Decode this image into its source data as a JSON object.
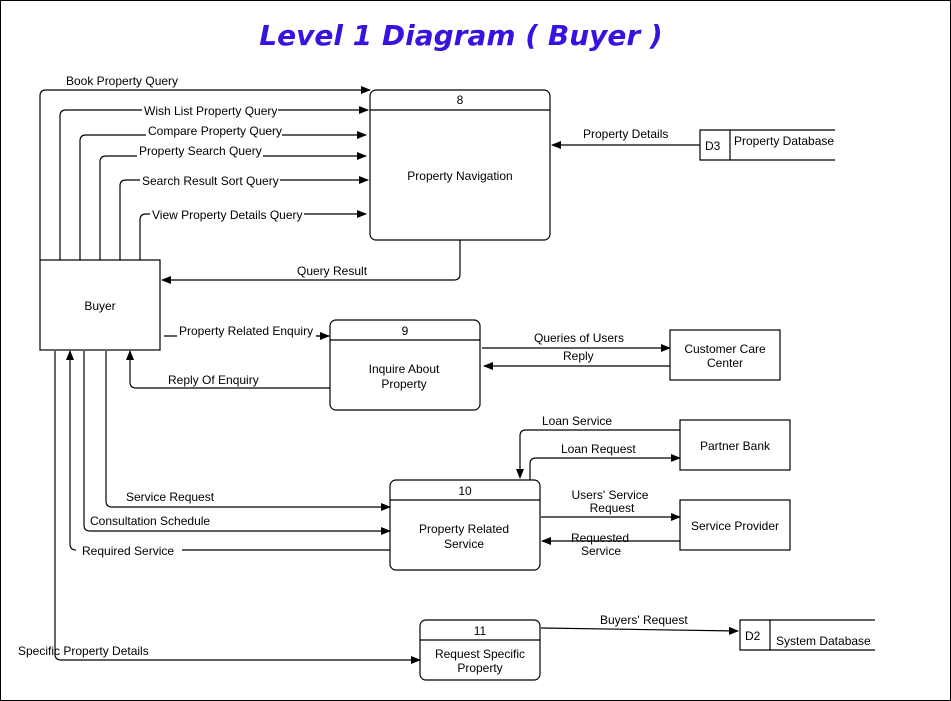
{
  "title": "Level 1 Diagram ( Buyer )",
  "colors": {
    "title": "#3a12e0",
    "line": "#000000"
  },
  "entities": {
    "buyer": "Buyer",
    "customer_care": [
      "Customer Care",
      "Center"
    ],
    "partner_bank": "Partner Bank",
    "service_provider": "Service Provider"
  },
  "processes": {
    "p8": {
      "id": "8",
      "name": "Property Navigation"
    },
    "p9": {
      "id": "9",
      "name": [
        "Inquire About",
        "Property"
      ]
    },
    "p10": {
      "id": "10",
      "name": [
        "Property Related",
        "Service"
      ]
    },
    "p11": {
      "id": "11",
      "name": [
        "Request Specific",
        "Property"
      ]
    }
  },
  "stores": {
    "d3": {
      "id": "D3",
      "name": "Property  Database"
    },
    "d2": {
      "id": "D2",
      "name": "System  Database"
    }
  },
  "flows": {
    "book": "Book Property Query",
    "wish": "Wish List Property Query",
    "compare": "Compare Property Query",
    "search": "Property Search Query",
    "sort": "Search Result Sort Query",
    "view": "View Property Details Query",
    "query_result": "Query Result",
    "property_details": "Property Details",
    "enquiry": "Property Related Enquiry",
    "reply_enquiry": "Reply Of Enquiry",
    "queries_users": "Queries of Users",
    "reply": "Reply",
    "loan_service": "Loan Service",
    "loan_request": "Loan Request",
    "users_service_request": [
      "Users' Service",
      "Request"
    ],
    "requested_service": [
      "Requested",
      "Service"
    ],
    "service_request": "Service Request",
    "consultation": "Consultation Schedule",
    "required_service": "Required Service",
    "specific_details": "Specific Property Details",
    "buyers_request": "Buyers' Request"
  }
}
